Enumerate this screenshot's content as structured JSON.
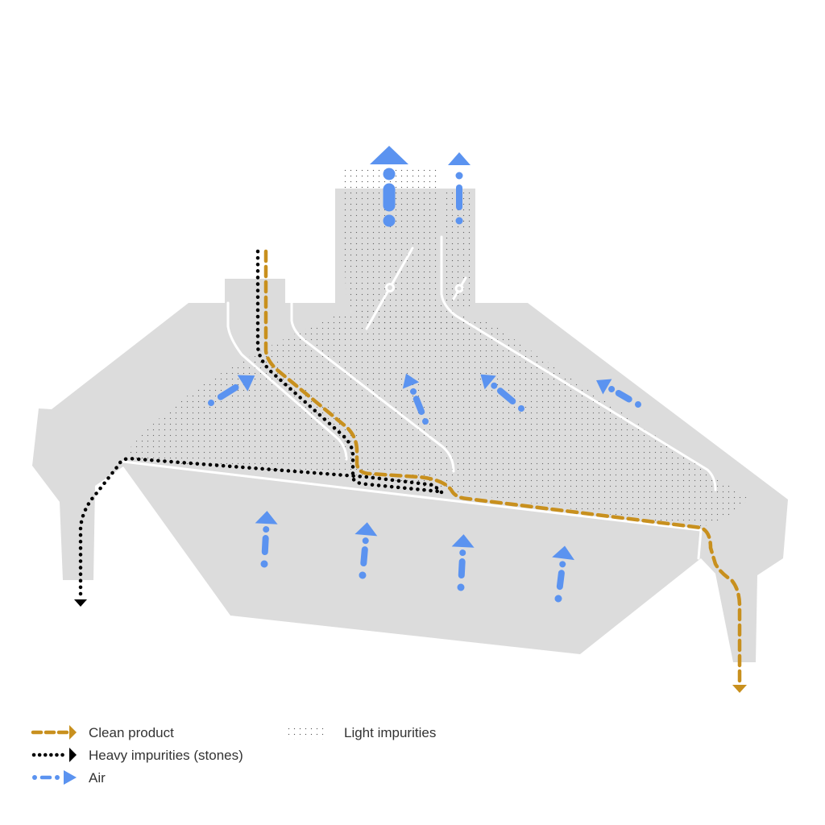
{
  "colors": {
    "body": "#dcdcdc",
    "clean_product": "#c8901e",
    "heavy_impurities": "#000000",
    "air": "#5b93f0",
    "light_impurities": "#555555",
    "dividers": "#ffffff"
  },
  "legend": {
    "clean_product": "Clean product",
    "heavy_impurities": "Heavy impurities (stones)",
    "air": "Air",
    "light_impurities": "Light impurities"
  }
}
